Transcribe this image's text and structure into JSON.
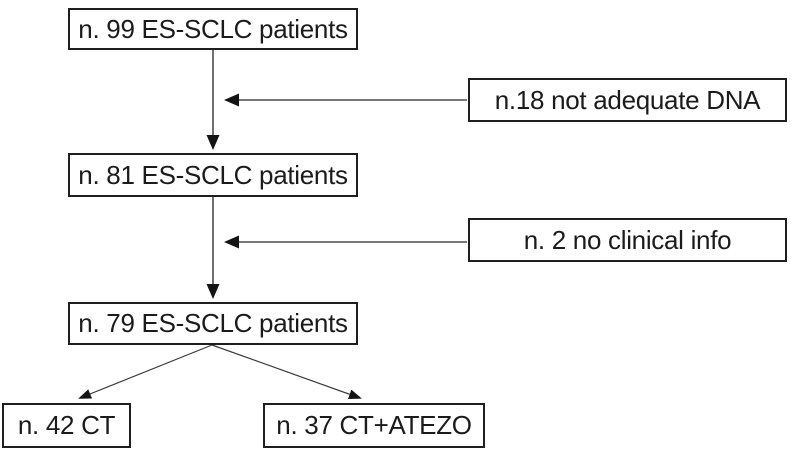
{
  "diagram": {
    "kind": "patient-flow-chart",
    "background": "#ffffff",
    "colors": {
      "box_border": "#1f1f1f",
      "text": "#1b1b1b",
      "arrow_line": "#4d4d4d",
      "arrowhead": "#141414"
    },
    "nodes": {
      "total": {
        "label": "n. 99 ES-SCLC patients"
      },
      "adequate_dna": {
        "label": "n. 81 ES-SCLC patients"
      },
      "analyzed": {
        "label": "n. 79 ES-SCLC patients"
      },
      "ct": {
        "label": "n. 42 CT"
      },
      "ct_atezo": {
        "label": "n. 37 CT+ATEZO"
      },
      "excluded_dna": {
        "label": "n.18 not adequate DNA"
      },
      "excluded_clinical": {
        "label": "n. 2 no clinical info"
      }
    },
    "edges": [
      {
        "from": "total",
        "to": "adequate_dna",
        "style": "vertical-down-arrow"
      },
      {
        "from": "excluded_dna",
        "to": "total->adequate_dna",
        "style": "horizontal-left-arrow"
      },
      {
        "from": "adequate_dna",
        "to": "analyzed",
        "style": "vertical-down-arrow"
      },
      {
        "from": "excluded_clinical",
        "to": "adequate_dna->analyzed",
        "style": "horizontal-left-arrow"
      },
      {
        "from": "analyzed",
        "to": "ct",
        "style": "diagonal-down-arrow"
      },
      {
        "from": "analyzed",
        "to": "ct_atezo",
        "style": "diagonal-down-arrow"
      }
    ]
  }
}
